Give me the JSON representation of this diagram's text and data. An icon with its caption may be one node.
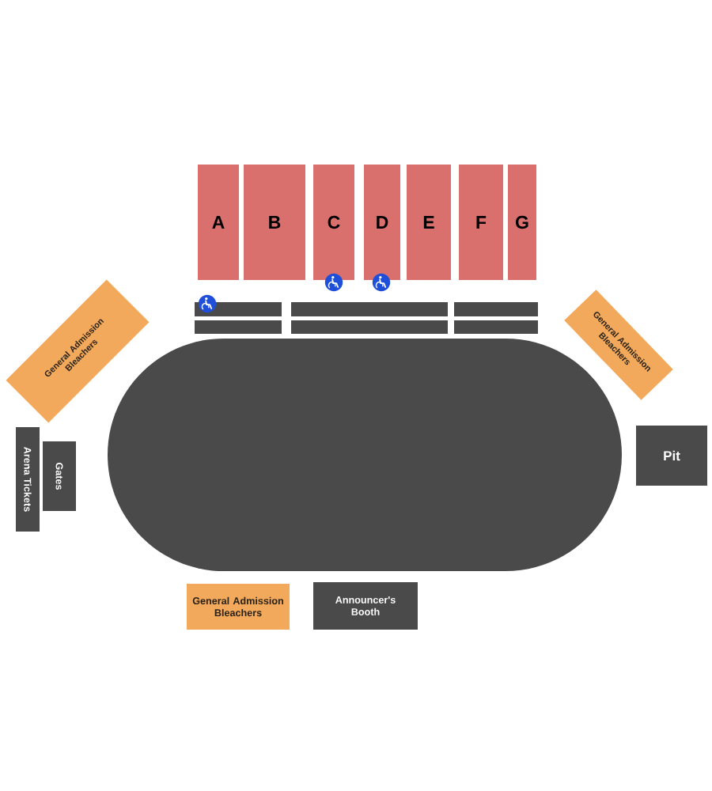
{
  "diagram": {
    "nodes": [
      {
        "text": [
          "A"
        ]
      },
      {
        "text": [
          "B"
        ]
      },
      {
        "text": [
          "C"
        ]
      },
      {
        "text": [
          "D"
        ]
      },
      {
        "text": [
          "E"
        ]
      },
      {
        "text": [
          "F"
        ]
      },
      {
        "text": [
          "G"
        ]
      },
      {
        "text": [],
        "shape": "box"
      },
      {
        "text": [],
        "shape": "box"
      },
      {
        "text": [],
        "shape": "box"
      },
      {
        "text": [],
        "shape": "box"
      },
      {
        "text": [],
        "shape": "box"
      },
      {
        "text": [],
        "shape": "box"
      },
      {
        "text": [
          "General Admission Bleachers"
        ]
      },
      {
        "text": [
          "General Admission Bleachers"
        ]
      },
      {
        "text": [],
        "shape": "oval"
      },
      {
        "text": [
          "Arena Tickets"
        ]
      },
      {
        "text": [
          "Gates"
        ]
      },
      {
        "text": [
          "Pit"
        ]
      },
      {
        "text": [
          "General Admission Bleachers"
        ]
      },
      {
        "text": [
          "Announcer's Booth"
        ]
      }
    ]
  }
}
